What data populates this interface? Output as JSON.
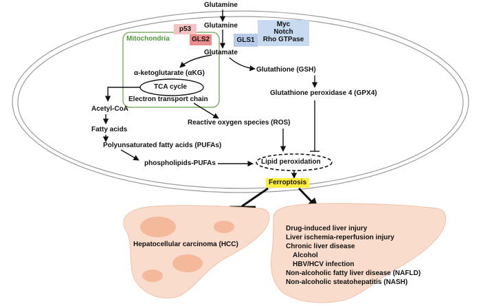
{
  "labels": {
    "glutamine_top": "Glutamine",
    "glutamine_inner": "Glutamine",
    "glutamate": "Glutamate",
    "akg": "α-ketoglutarate (αKG)",
    "tca": "TCA cycle",
    "etc": "Electron transport chain",
    "mitochondria": "Mitochondria",
    "acetylcoa": "Acetyl-CoA",
    "fattyacids": "Fatty acids",
    "pufas": "Polyunsaturated fatty acids (PUFAs)",
    "phospholipids": "phospholipids-PUFAs",
    "ros": "Reactive oxygen species (ROS)",
    "gsh": "Glutathione (GSH)",
    "gpx4": "Glutathione peroxidase 4 (GPX4)",
    "lipidperox": "Lipid peroxidation",
    "ferroptosis": "Ferroptosis"
  },
  "regulators": {
    "p53": "p53",
    "gls2": "GLS2",
    "gls1": "GLS1",
    "myc_group": [
      "Myc",
      "Notch",
      "Rho GTPase"
    ]
  },
  "outcomes": {
    "hcc": "Hepatocellular carcinoma (HCC)",
    "diseases": [
      {
        "text": "Drug-induced liver injury",
        "indent": false
      },
      {
        "text": "Liver ischemia-reperfusion injury",
        "indent": false
      },
      {
        "text": "Chronic liver disease",
        "indent": false
      },
      {
        "text": "Alcohol",
        "indent": true
      },
      {
        "text": "HBV/HCV infection",
        "indent": true
      },
      {
        "text": "Non-alcoholic fatty liver disease (NAFLD)",
        "indent": false
      },
      {
        "text": "Non-alcoholic steatohepatitis (NASH)",
        "indent": false
      }
    ]
  },
  "colors": {
    "mito_border": "#7fb069",
    "mito_text": "#4e9a3a",
    "p53_fill": "#f6c1c1",
    "gls2_fill": "#ec8d8d",
    "gls1_fill": "#b7cbe8",
    "myc_fill": "#c8daf0",
    "ferroptosis_highlight": "#ffec3d",
    "liver_fill": "#f9dccb",
    "liver_spot": "#f4b89b"
  }
}
